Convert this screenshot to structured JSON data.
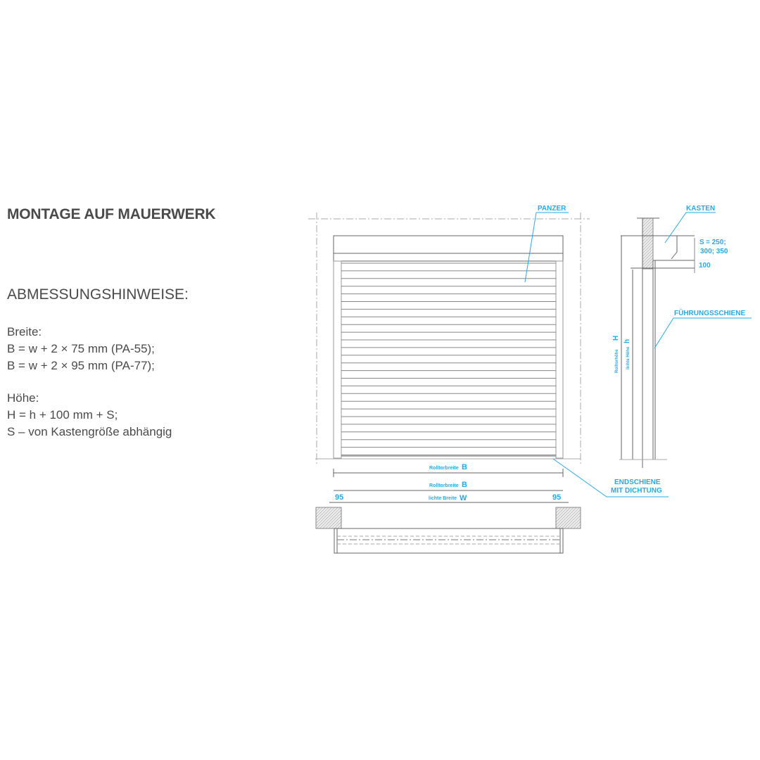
{
  "text": {
    "title": "MONTAGE AUF MAUERWERK",
    "subtitle": "ABMESSUNGSHINWEISE:",
    "width_heading": "Breite:",
    "width_formula_1": "B = w + 2 × 75 mm (PA-55);",
    "width_formula_2": "B = w + 2 × 95 mm (PA-77);",
    "height_heading": "Höhe:",
    "height_formula": "H = h + 100 mm + S;",
    "height_note": "S – von Kastengröße abhängig"
  },
  "diagram": {
    "accent_color": "#2aa8e0",
    "labels": {
      "panzer": "PANZER",
      "kasten": "KASTEN",
      "s_values_1": "= 250;",
      "s_symbol": "S",
      "s_values_2": "300; 350",
      "dim_100": "100",
      "fuehrungsschiene": "FÜHRUNGSSCHIENE",
      "endschiene_1": "ENDSCHIENE",
      "endschiene_2": "MIT DICHTUNG",
      "rolltorbreite": "Rolltorbreite",
      "B": "B",
      "lichte_breite": "lichte Breite",
      "W": "W",
      "dim_95_left": "95",
      "dim_95_right": "95",
      "rolltorhoehe": "Rolltorhöhe",
      "H": "H",
      "lichte_hoehe": "lichte Höhe",
      "h": "h"
    }
  }
}
